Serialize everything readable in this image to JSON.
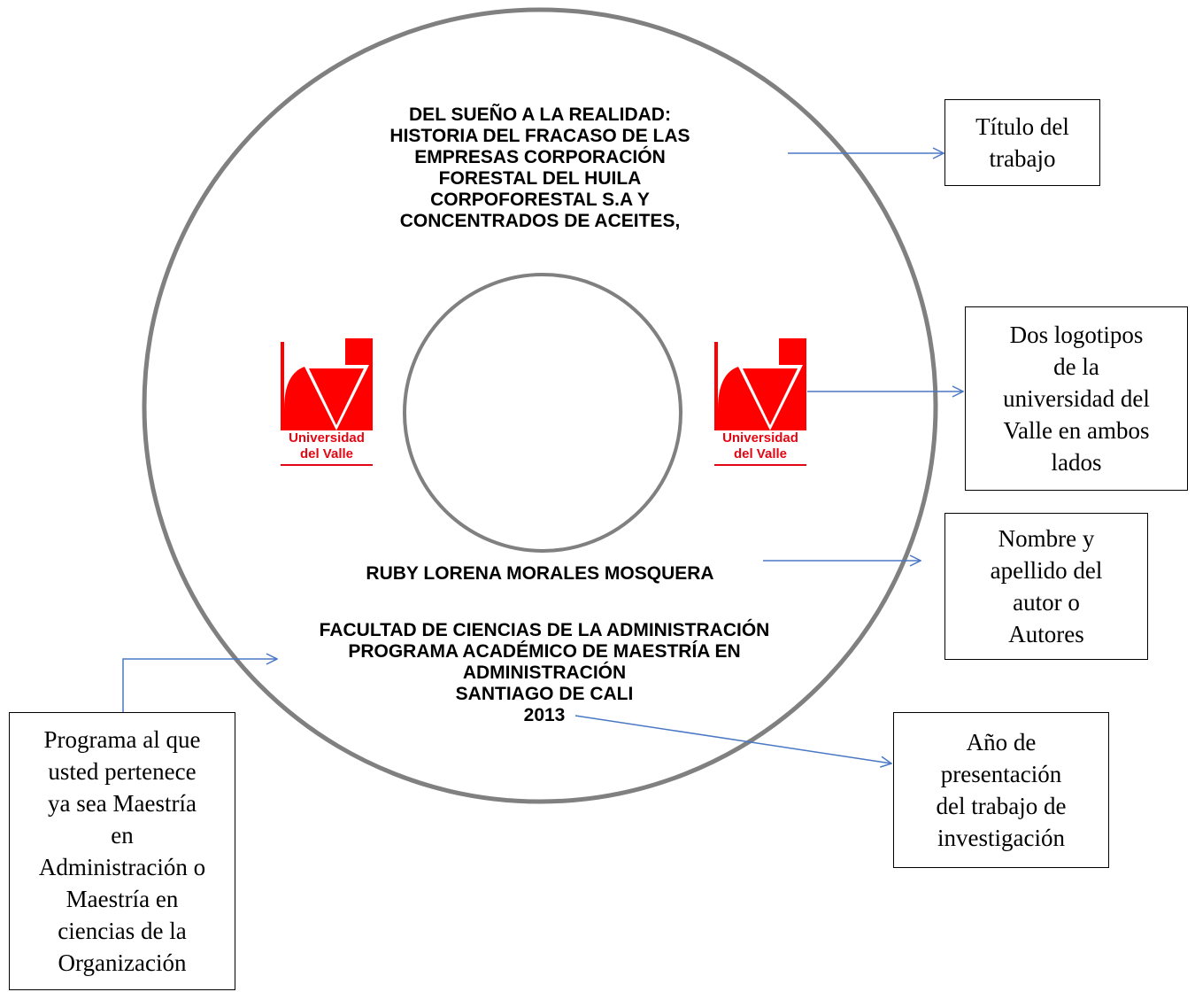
{
  "colors": {
    "disc_ring": "#808080",
    "arrow": "#4a78c4",
    "logo_red": "#ff0000",
    "logo_text": "#e30613",
    "text": "#000000"
  },
  "disc": {
    "title_lines": [
      "DEL SUEÑO A LA REALIDAD:",
      "HISTORIA DEL FRACASO DE LAS",
      "EMPRESAS CORPORACIÓN",
      "FORESTAL DEL HUILA",
      "CORPOFORESTAL S.A Y",
      "CONCENTRADOS DE ACEITES,"
    ],
    "author": "RUBY LORENA MORALES MOSQUERA",
    "footer_lines": [
      "FACULTAD DE CIENCIAS DE LA ADMINISTRACIÓN",
      "PROGRAMA ACADÉMICO DE MAESTRÍA EN",
      "ADMINISTRACIÓN",
      "SANTIAGO DE CALI",
      "2013"
    ]
  },
  "logo": {
    "line1": "Universidad",
    "line2": "del Valle"
  },
  "labels": {
    "title_box": [
      "Título del",
      "trabajo"
    ],
    "logos_box": [
      "Dos logotipos",
      "de la",
      "universidad del",
      "Valle en ambos",
      "lados"
    ],
    "author_box": [
      "Nombre y",
      "apellido del",
      "autor o",
      "Autores"
    ],
    "year_box": [
      "Año de",
      "presentación",
      "del trabajo de",
      "investigación"
    ],
    "program_box": [
      "Programa al que",
      "usted pertenece",
      "ya sea Maestría",
      "en",
      "Administración o",
      "Maestría en",
      "ciencias de la",
      "Organización"
    ]
  }
}
